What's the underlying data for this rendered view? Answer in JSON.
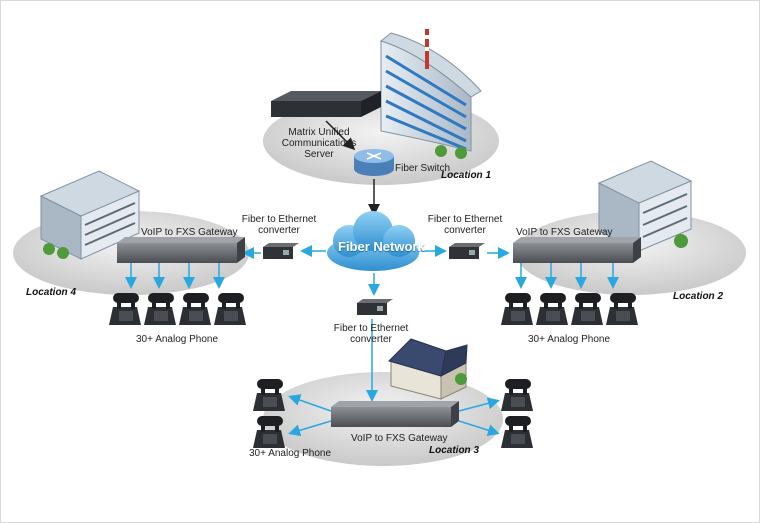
{
  "colors": {
    "arrow": "#29a8e0",
    "cloud": "#5fb6e8",
    "platform": "#d9d9d9",
    "switch": "#6fa2d6"
  },
  "labels": {
    "server": "Matrix Unified\nCommunications\nServer",
    "fiber_switch": "Fiber Switch",
    "fiber_network": "Fiber Network",
    "converter_left": "Fiber to Ethernet\nconverter",
    "converter_right": "Fiber to Ethernet\nconverter",
    "converter_bottom": "Fiber to Ethernet\nconverter",
    "gateway_left": "VoIP to FXS Gateway",
    "gateway_right": "VoIP to FXS Gateway",
    "gateway_bottom": "VoIP to FXS Gateway",
    "phones_left": "30+ Analog Phone",
    "phones_right": "30+ Analog Phone",
    "phones_bottom": "30+ Analog Phone"
  },
  "locations": {
    "loc1": "Location 1",
    "loc2": "Location 2",
    "loc3": "Location 3",
    "loc4": "Location 4"
  },
  "icons": [
    "building-icon",
    "server-icon",
    "fiber-switch-icon",
    "cloud-icon",
    "converter-icon",
    "gateway-icon",
    "phone-icon"
  ]
}
